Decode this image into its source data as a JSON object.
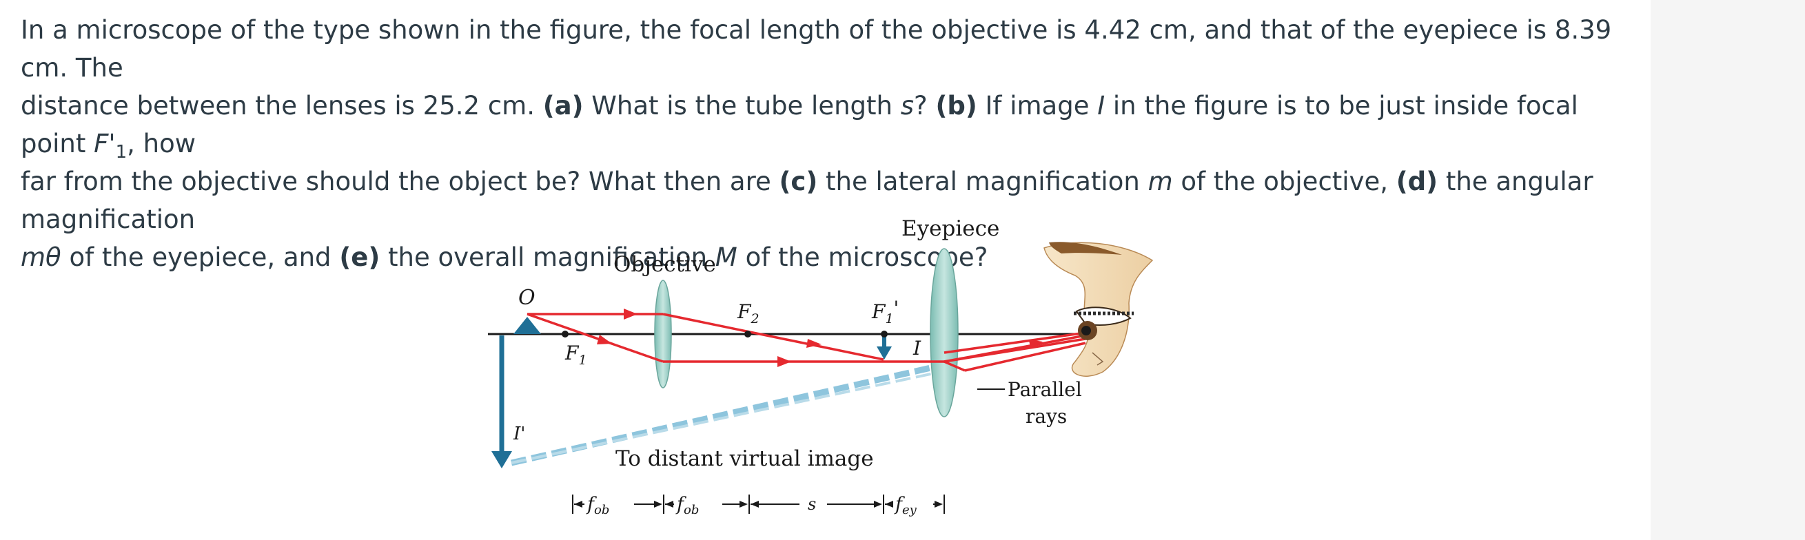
{
  "problem": {
    "line1": "In a microscope of the type shown in the figure, the focal length of the objective is 4.42 cm, and that of the eyepiece is 8.39 cm. The",
    "line2_a": "distance between the lenses is 25.2 cm. ",
    "part_a": "(a)",
    "line2_b": " What is the tube length ",
    "var_s": "s",
    "line2_c": "? ",
    "part_b": "(b)",
    "line2_d": " If image ",
    "var_I": "I",
    "line2_e": " in the figure is to be just inside focal point ",
    "var_F": "F'",
    "sub_1": "1",
    "line2_f": ", how",
    "line3_a": "far from the objective should the object be? What then are ",
    "part_c": "(c)",
    "line3_b": " the lateral magnification ",
    "var_m": "m",
    "line3_c": " of the objective, ",
    "part_d": "(d)",
    "line3_d": " the angular magnification",
    "var_mtheta": "mθ",
    "line4_a": " of the eyepiece, and ",
    "part_e": "(e)",
    "line4_b": " the overall magnification ",
    "var_M": "M",
    "line4_c": " of the microscope?"
  },
  "figure": {
    "label_eyepiece": "Eyepiece",
    "label_objective": "Objective",
    "label_O": "O",
    "label_F1": "F",
    "label_F1_sub": "1",
    "label_F2": "F",
    "label_F2_sub": "2",
    "label_F1prime": "F",
    "label_F1prime_sub": "1",
    "label_F1prime_mark": "'",
    "label_I": "I",
    "label_Iprime": "I'",
    "label_virtual": "To distant virtual image",
    "label_parallel": "Parallel",
    "label_rays": "rays",
    "label_fob1": "f",
    "label_fob1_sub": "ob",
    "label_fob2": "f",
    "label_fob2_sub": "ob",
    "label_s": "s",
    "label_fey": "f",
    "label_fey_sub": "ey",
    "colors": {
      "ray": "#e5292f",
      "lens": "#9fd0c9",
      "arrow": "#1f6f96",
      "virtual": "#8ec5dd"
    }
  }
}
